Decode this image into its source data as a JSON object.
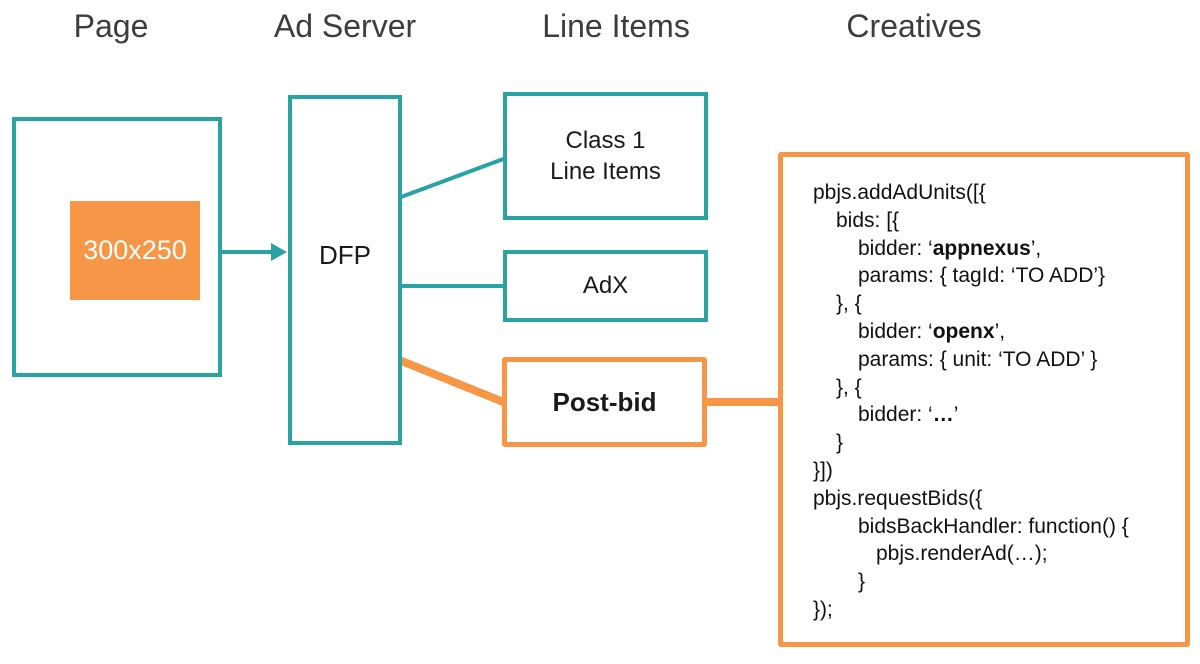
{
  "colors": {
    "teal": "#2aa3a5",
    "orange": "#f79646",
    "header_text": "#3d3d3d",
    "code_text": "#111111"
  },
  "headers": {
    "page": "Page",
    "ad_server": "Ad Server",
    "line_items": "Line Items",
    "creatives": "Creatives"
  },
  "page": {
    "ad_slot_label": "300x250"
  },
  "ad_server": {
    "dfp_label": "DFP"
  },
  "line_items": {
    "class1_label_line1": "Class 1",
    "class1_label_line2": "Line Items",
    "adx_label": "AdX",
    "postbid_label": "Post-bid"
  },
  "creatives": {
    "code_lines": [
      {
        "indent": 0,
        "segments": [
          {
            "text": "pbjs.addAdUnits([{"
          }
        ]
      },
      {
        "indent": 1,
        "segments": [
          {
            "text": "bids: [{"
          }
        ]
      },
      {
        "indent": 2,
        "segments": [
          {
            "text": "bidder: ‘"
          },
          {
            "text": "appnexus",
            "bold": true
          },
          {
            "text": "’,"
          }
        ]
      },
      {
        "indent": 2,
        "segments": [
          {
            "text": "params: { tagId: ‘TO ADD’}"
          }
        ]
      },
      {
        "indent": 1,
        "segments": [
          {
            "text": "}, {"
          }
        ]
      },
      {
        "indent": 2,
        "segments": [
          {
            "text": "bidder: ‘"
          },
          {
            "text": "openx",
            "bold": true
          },
          {
            "text": "’,"
          }
        ]
      },
      {
        "indent": 2,
        "segments": [
          {
            "text": "params: { unit: ‘TO ADD’ }"
          }
        ]
      },
      {
        "indent": 1,
        "segments": [
          {
            "text": "}, {"
          }
        ]
      },
      {
        "indent": 2,
        "segments": [
          {
            "text": "bidder: ‘"
          },
          {
            "text": "…",
            "bold": true
          },
          {
            "text": "’"
          }
        ]
      },
      {
        "indent": 1,
        "segments": [
          {
            "text": "}"
          }
        ]
      },
      {
        "indent": 0,
        "segments": [
          {
            "text": "}])"
          }
        ]
      },
      {
        "indent": 0,
        "segments": [
          {
            "text": "pbjs.requestBids({"
          }
        ]
      },
      {
        "indent": 2,
        "segments": [
          {
            "text": "bidsBackHandler: function() {"
          }
        ]
      },
      {
        "indent": 3,
        "segments": [
          {
            "text": "pbjs.renderAd(…);"
          }
        ]
      },
      {
        "indent": 2,
        "segments": [
          {
            "text": "}"
          }
        ]
      },
      {
        "indent": 0,
        "segments": [
          {
            "text": "});"
          }
        ]
      }
    ]
  }
}
